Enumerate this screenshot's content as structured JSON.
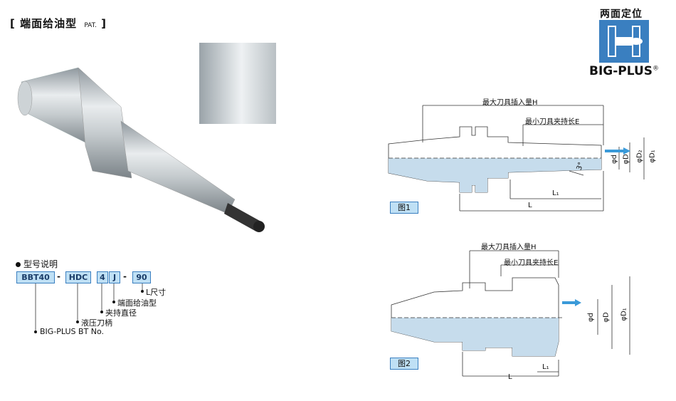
{
  "header": {
    "title": "[ 端面给油型",
    "pat": "PAT.",
    "bracket_close": "]"
  },
  "logo": {
    "caption": "两面定位",
    "brand": "BIG-PLUS",
    "registered": "®"
  },
  "legend": {
    "title": "型号说明",
    "codes": [
      "BBT40",
      "HDC",
      "4",
      "J",
      "90"
    ],
    "descriptions": [
      "L尺寸",
      "端面给油型",
      "夹持直径",
      "液压刀柄",
      "BIG-PLUS BT No."
    ]
  },
  "figure1": {
    "label": "图1",
    "dims": {
      "H": "最大刀具插入量H",
      "E": "最小刀具夹持长E",
      "L1": "L₁",
      "L": "L",
      "d": "φd",
      "D": "φD",
      "D2": "φD₂",
      "D1": "φD₁",
      "angle": "3°"
    }
  },
  "figure2": {
    "label": "图2",
    "dims": {
      "H": "最大刀具插入量H",
      "E": "最小刀具夹持长E",
      "L1": "L₁",
      "L": "L",
      "d": "φd",
      "D": "φD",
      "D1": "φD₁"
    }
  },
  "colors": {
    "accent": "#3a7fc0",
    "fill_light": "#bfe0f5",
    "body_fill": "#c6dcec"
  }
}
